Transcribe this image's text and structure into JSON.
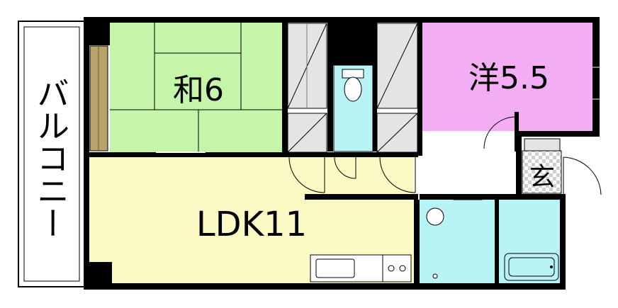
{
  "floorplan": {
    "rooms": {
      "balcony": "バルコニー",
      "washitsu": "和6",
      "youshitsu": "洋5.5",
      "ldk": "LDK11",
      "entrance": "玄"
    },
    "colors": {
      "washitsu": "#c4f5a8",
      "youshitsu": "#f3aef3",
      "ldk": "#fbf9c4",
      "wet_area": "#b8f4f6",
      "storage": "#e4e4e4",
      "hallway": "#ffffff",
      "wall": "#000000"
    }
  }
}
